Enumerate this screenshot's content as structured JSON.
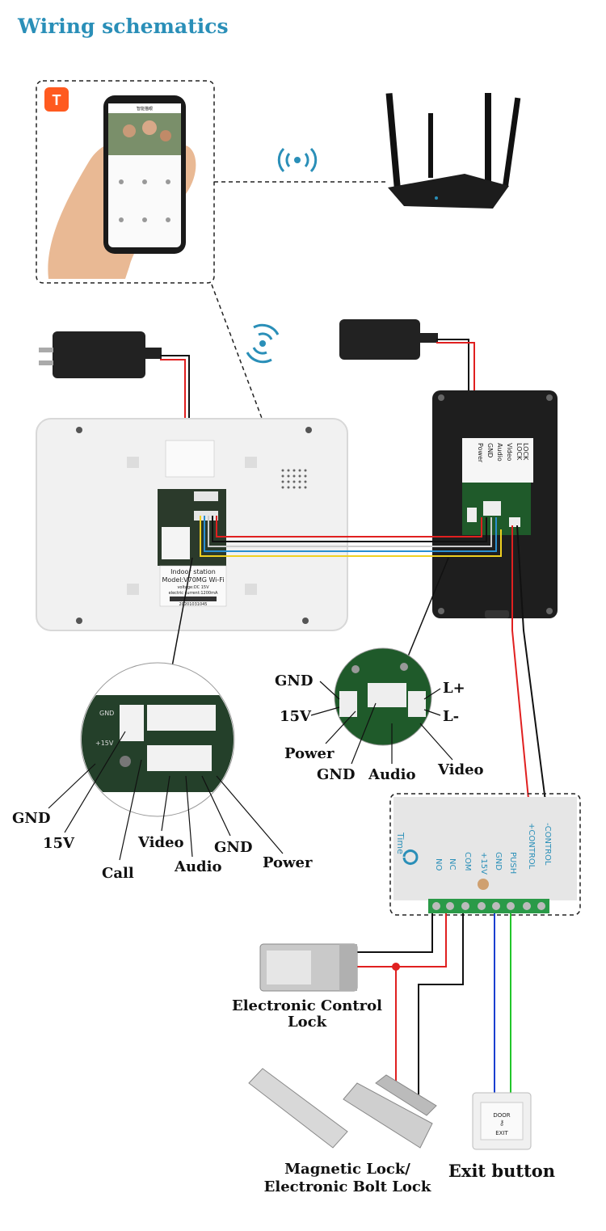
{
  "title": "Wiring schematics",
  "phone_app": {
    "screen_title": "智能猫眼",
    "badge": "T"
  },
  "indoor_station": {
    "model_title": "Indoor station",
    "model_text": "Model:V70MG Wi-Fi",
    "voltage_text": "voltage:DC 15V",
    "current_text": "electric current:1200mA",
    "serial_text": "20201031045",
    "pcb_labels": {
      "gnd": "GND",
      "v15": "+15V"
    },
    "callouts": {
      "gnd1": "GND",
      "v15": "15V",
      "call": "Call",
      "video": "Video",
      "audio": "Audio",
      "gnd2": "GND",
      "power": "Power"
    }
  },
  "outdoor_unit": {
    "sticker": [
      "LOCK",
      "LOCK",
      "Video",
      "Audio",
      "GND",
      "Power"
    ],
    "callouts": {
      "gnd": "GND",
      "v15": "15V",
      "power": "Power",
      "gnd2": "GND",
      "audio": "Audio",
      "video": "Video",
      "lplus": "L+",
      "lminus": "L-"
    }
  },
  "controller": {
    "time_label": "Time",
    "terminals": [
      "NO",
      "NC",
      "COM",
      "+15V",
      "GND",
      "PUSH",
      "+CONTROL",
      "-CONTROL"
    ]
  },
  "devices": {
    "electronic_lock": "Electronic Control\nLock",
    "magnetic_lock": "Magnetic  Lock/\nElectronic Bolt Lock",
    "exit_button": "Exit button",
    "exit_panel_top": "DOOR",
    "exit_panel_bottom": "EXIT"
  },
  "colors": {
    "accent": "#2a8fb8",
    "red": "#e02020",
    "black": "#111111",
    "blue": "#1a3fd0",
    "green": "#22c62a",
    "yellow": "#f0d020",
    "tuya": "#ff5a1f"
  }
}
